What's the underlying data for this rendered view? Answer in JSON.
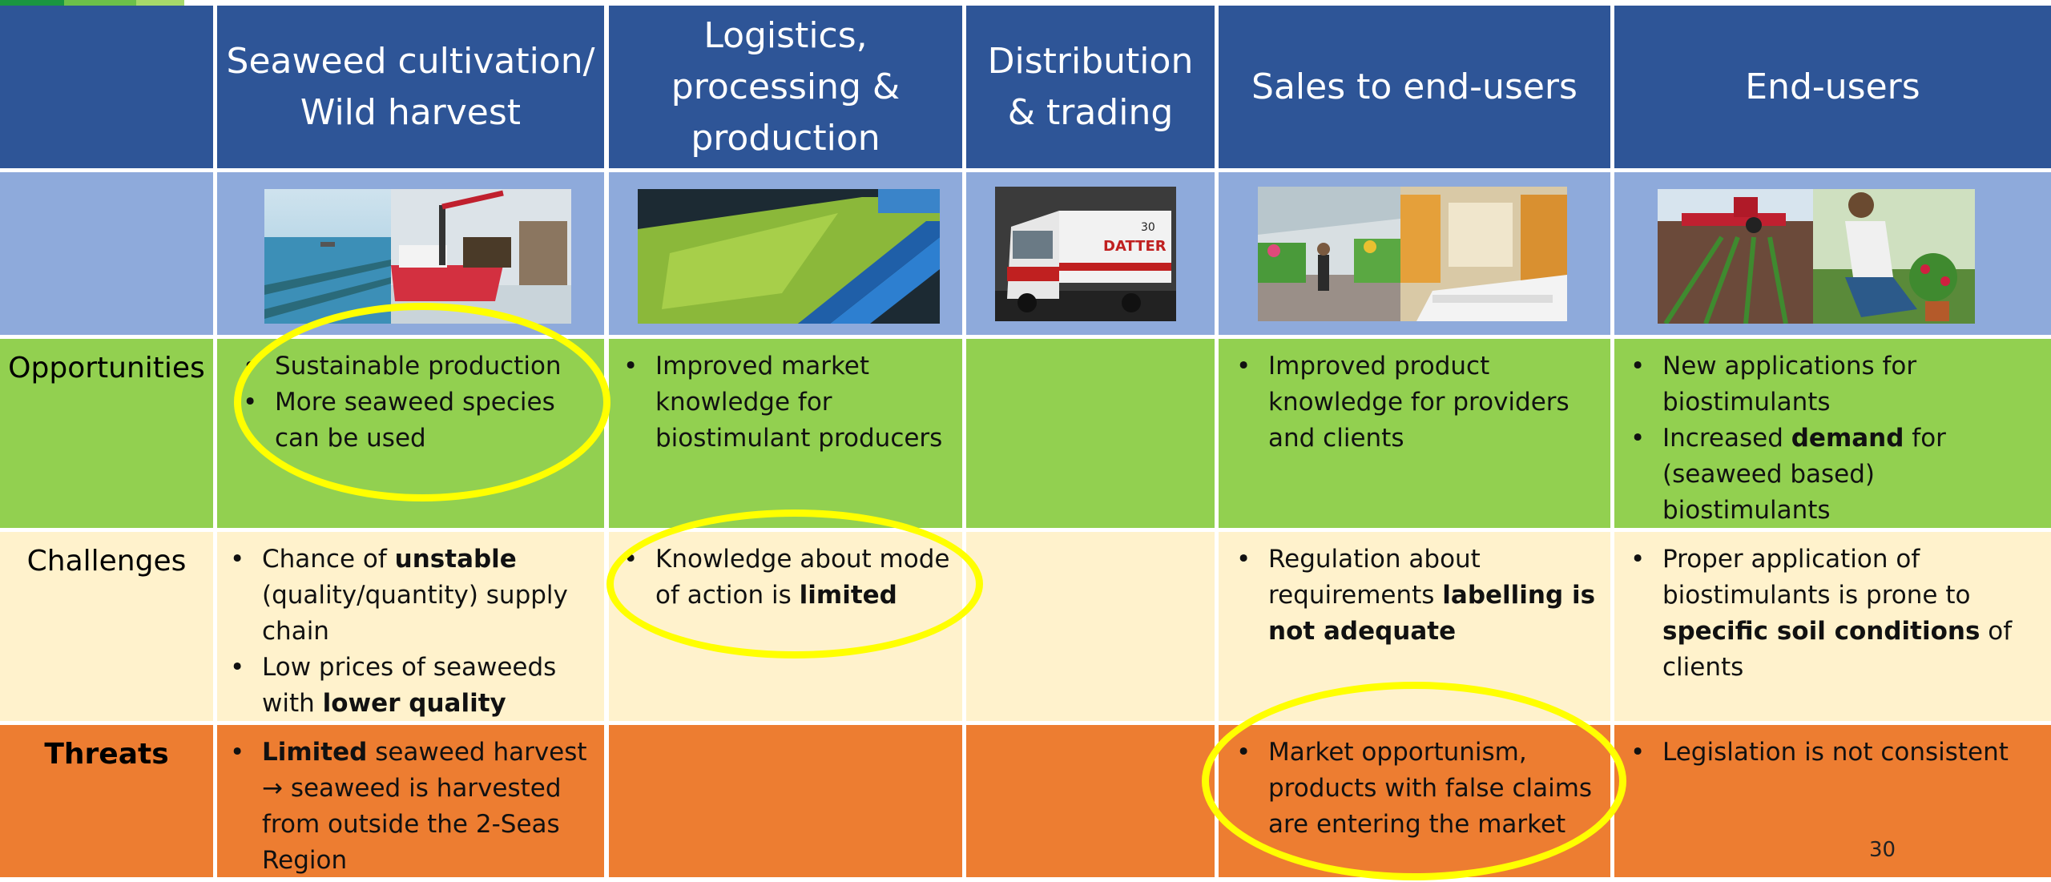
{
  "colors": {
    "header_bg": "#2e5597",
    "image_row_bg": "#8eaadb",
    "opportunities_bg": "#92d050",
    "challenges_bg": "#fff2cc",
    "threats_bg": "#ed7d31",
    "highlight_ring": "#ffff00",
    "accent_bar": [
      "#1a9641",
      "#6cc04a",
      "#a6d96a"
    ]
  },
  "columns": {
    "c1": "Seaweed cultivation/ Wild harvest",
    "c2": "Logistics, processing & production",
    "c3": "Distribution & trading",
    "c4": "Sales to end-users",
    "c5": "End-users"
  },
  "rows": {
    "opportunities": "Opportunities",
    "challenges": "Challenges",
    "threats": "Threats"
  },
  "images": {
    "c1a": "seaweed-farm-photo",
    "c1b": "harvest-vessel-photo",
    "c2": "processing-conveyor-photo",
    "c3": "delivery-truck-photo",
    "c4a": "garden-center-photo",
    "c4b": "warehouse-photo",
    "c5a": "tractor-field-photo",
    "c5b": "gardener-plants-photo",
    "truck_number": "30"
  },
  "cells": {
    "opp_c1": {
      "p1_pre": "Sustainable ",
      "p1_bold": "production",
      "p2_pre": "More seaweed ",
      "p2_bold": "species",
      "p2_post": " can be used"
    },
    "opp_c2": {
      "p1_pre": "Improved market ",
      "p1_bold": "knowledge",
      "p1_post": " for biostimulant producers"
    },
    "opp_c4": {
      "p1_pre": "Improved product ",
      "p1_bold": "knowledge",
      "p1_post": " for providers and clients"
    },
    "opp_c5": {
      "p1_pre": "New ",
      "p1_bold": "applications",
      "p1_post": " for biostimulants",
      "p2_pre": "Increased ",
      "p2_bold": "demand",
      "p2_post": " for (seaweed based) biostimulants"
    },
    "cha_c1": {
      "p1_pre": "Chance of ",
      "p1_bold": "unstable",
      "p1_post": " (quality/quantity) supply chain",
      "p2_pre": "Low prices of seaweeds with ",
      "p2_bold": "lower quality"
    },
    "cha_c2": {
      "p1_pre": "Knowledge about mode of action is ",
      "p1_bold": "limited"
    },
    "cha_c4": {
      "p1_pre": "Regulation about requirements ",
      "p1_bold": "labelling is not adequate"
    },
    "cha_c5": {
      "p1_pre": "Proper application of biostimulants is prone to ",
      "p1_bold": "specific soil conditions",
      "p1_post": " of clients"
    },
    "thr_c1": {
      "p1_bold": "Limited",
      "p1_post": " seaweed harvest → seaweed is harvested from outside the 2-Seas Region"
    },
    "thr_c4": {
      "p1_pre": "Market ",
      "p1_bold": "opportunism",
      "p1_post": ", products with false claims are entering the market"
    },
    "thr_c5": {
      "p1_bold": "Legislation",
      "p1_post": " is not consistent"
    }
  },
  "page_number": "30"
}
